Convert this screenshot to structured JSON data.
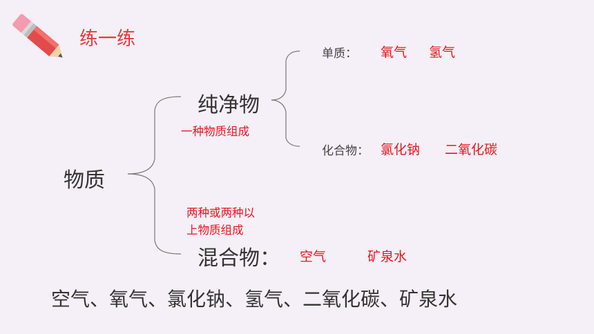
{
  "title": "练一练",
  "matter": "物质",
  "pure": "纯净物",
  "pure_note": "一种物质组成",
  "mixed": "混合物：",
  "mixed_note": [
    "两种或两种以",
    "上物质组成"
  ],
  "simple": {
    "label": "单质：",
    "examples": [
      "氧气",
      "氢气"
    ]
  },
  "compound": {
    "label": "化合物：",
    "examples": [
      "氯化钠",
      "二氧化碳"
    ]
  },
  "mixed_examples": [
    "空气",
    "矿泉水"
  ],
  "items_line": "空气、氧气、氯化钠、氢气、二氧化碳、矿泉水",
  "colors": {
    "accent": "#e8161f",
    "title": "#e23b3b",
    "text": "#333333",
    "background": "#f5eff7"
  },
  "icons": [
    "pencil-icon"
  ]
}
